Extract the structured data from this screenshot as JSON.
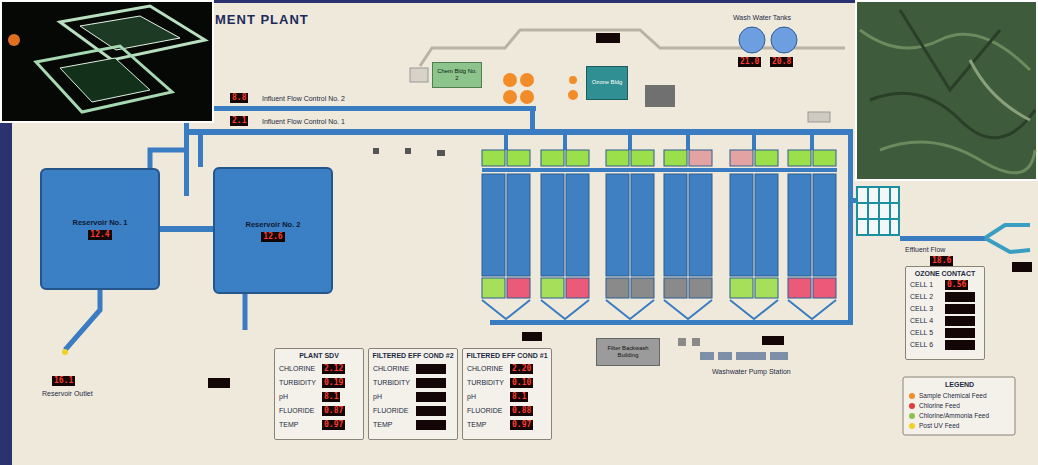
{
  "diagram": {
    "title": "MENT PLANT",
    "nodes": [
      {
        "text": [
          "Reservoir No. 1",
          "12.4"
        ]
      },
      {
        "text": [
          "Reservoir No. 2",
          "12.6"
        ]
      },
      {
        "text": [
          "Chem Bldg No. 2"
        ]
      },
      {
        "text": [
          "Ozone Bldg"
        ]
      },
      {
        "text": [
          "PLANT SDV"
        ]
      },
      {
        "text": [
          "FILTERED EFF COND #2"
        ]
      },
      {
        "text": [
          "FILTERED EFF COND #1"
        ]
      },
      {
        "text": [
          "Filter Backwash Building"
        ]
      },
      {
        "text": [
          "OZONE CONTACT"
        ]
      }
    ],
    "edges": [
      {
        "from": 0,
        "to": 1,
        "arrow": "none"
      }
    ],
    "labels": [
      "Influent Flow Control No. 2",
      "8.8",
      "Influent Flow Control No. 1",
      "2.1",
      "Wash Water Tanks",
      "21.0",
      "20.8",
      "16.1",
      "Reservoir Outlet",
      "Effluent Flow",
      "18.6",
      "Washwater Pump Station",
      "LEGEND",
      "CHLORINE",
      "2.12",
      "TURBIDITY",
      "0.19",
      "pH",
      "8.1",
      "FLUORIDE",
      "0.87",
      "TEMP",
      "0.97",
      "CHLORINE",
      "TURBIDITY",
      "pH",
      "FLUORIDE",
      "TEMP",
      "CHLORINE",
      "2.20",
      "TURBIDITY",
      "0.10",
      "pH",
      "8.1",
      "FLUORIDE",
      "0.88",
      "TEMP",
      "0.97",
      "CELL 1",
      "0.56",
      "CELL 2",
      "CELL 3",
      "CELL 4",
      "CELL 5",
      "CELL 6"
    ],
    "legend": [
      {
        "text": "Sample Chemical Feed",
        "color": "#f28c28"
      },
      {
        "text": "Chlorine Feed",
        "color": "#e23b3b"
      },
      {
        "text": "Chlorine/Ammonia Feed",
        "color": "#8bc34a"
      },
      {
        "text": "Post UV Feed",
        "color": "#f2d024"
      }
    ]
  }
}
